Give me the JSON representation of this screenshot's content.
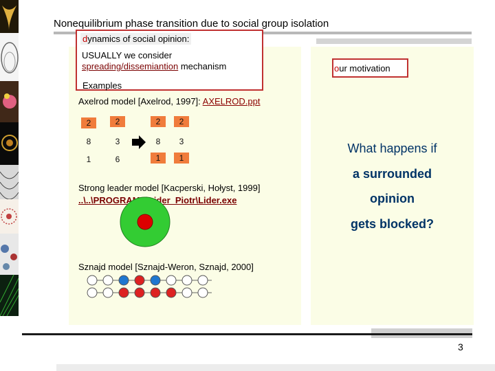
{
  "slide": {
    "title": "Nonequilibrium phase transition due to social group isolation",
    "page_number": "3"
  },
  "intro": {
    "heading": "dynamics of social opinion:",
    "usually": "USUALLY we consider",
    "spreading": "spreading/dissemiantion",
    "mechanism": " mechanism",
    "examples": "Examples"
  },
  "axelrod": {
    "label": "Axelrod model [Axelrod, 1997]: ",
    "link": "AXELROD.ppt",
    "grid_before": [
      [
        "2",
        "2"
      ],
      [
        "8",
        "3"
      ],
      [
        "1",
        "6"
      ]
    ],
    "grid_after": [
      [
        "2",
        "2"
      ],
      [
        "8",
        "3"
      ],
      [
        "1",
        "1"
      ]
    ]
  },
  "strong_leader": {
    "label": "Strong leader model [Kacperski, Hołyst, 1999]",
    "link": "..\\..\\PROGRAMY\\Lider_Piotr\\Lider.exe"
  },
  "sznajd": {
    "label": "Sznajd model [Sznajd-Weron, Sznajd, 2000]",
    "top_row": [
      "white",
      "white",
      "blue",
      "red",
      "blue",
      "white",
      "white",
      "white"
    ],
    "bottom_row": [
      "white",
      "white",
      "red",
      "red",
      "red",
      "red",
      "white",
      "white"
    ]
  },
  "motivation": {
    "label": "our motivation",
    "question_line1": "What happens  if",
    "question_line2": "a surrounded",
    "question_line3": "opinion",
    "question_line4": "gets blocked?"
  },
  "colors": {
    "accent_red": "#c03030",
    "orange_cell": "#f07c3c",
    "panel_bg": "#fbfde6",
    "question_text": "#003366",
    "leader_green": "#33cc33",
    "leader_red": "#dd0000"
  }
}
